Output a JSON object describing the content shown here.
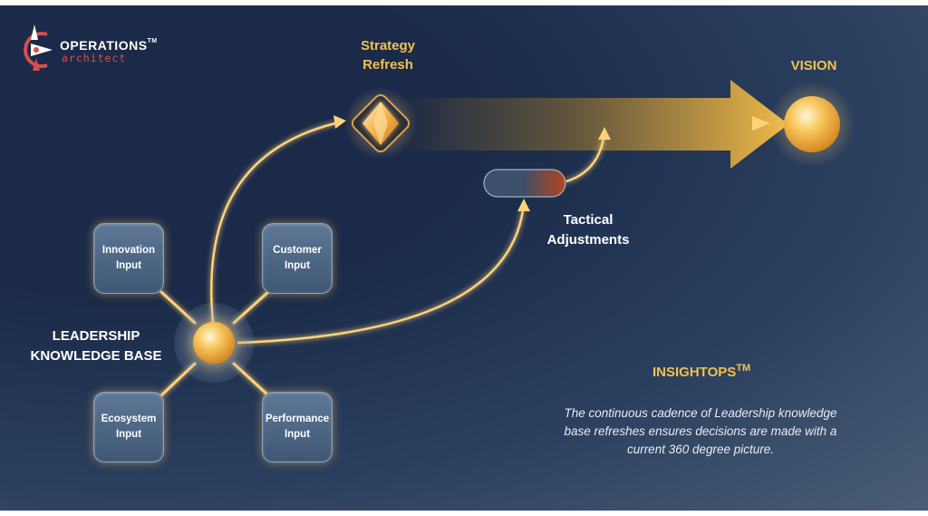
{
  "logo": {
    "name": "OPERATIONS",
    "tm": "TM",
    "tagline": "architect"
  },
  "hub_label": {
    "line1": "LEADERSHIP",
    "line2": "KNOWLEDGE BASE"
  },
  "inputs": [
    {
      "line1": "Innovation",
      "line2": "Input"
    },
    {
      "line1": "Customer",
      "line2": "Input"
    },
    {
      "line1": "Ecosystem",
      "line2": "Input"
    },
    {
      "line1": "Performance",
      "line2": "Input"
    }
  ],
  "strategy_label": {
    "line1": "Strategy",
    "line2": "Refresh"
  },
  "vision_label": "VISION",
  "tactical_label": {
    "line1": "Tactical",
    "line2": "Adjustments"
  },
  "insight": {
    "title": "INSIGHTOPS",
    "tm": "TM",
    "text": "The continuous cadence of Leadership knowledge base refreshes ensures decisions are made with a current 360 degree picture."
  },
  "colors": {
    "accent_gold": "#f2c14e",
    "glow": "#ffd27a",
    "brand_red": "#d94f4a",
    "tactical_rust": "#b5441c"
  }
}
